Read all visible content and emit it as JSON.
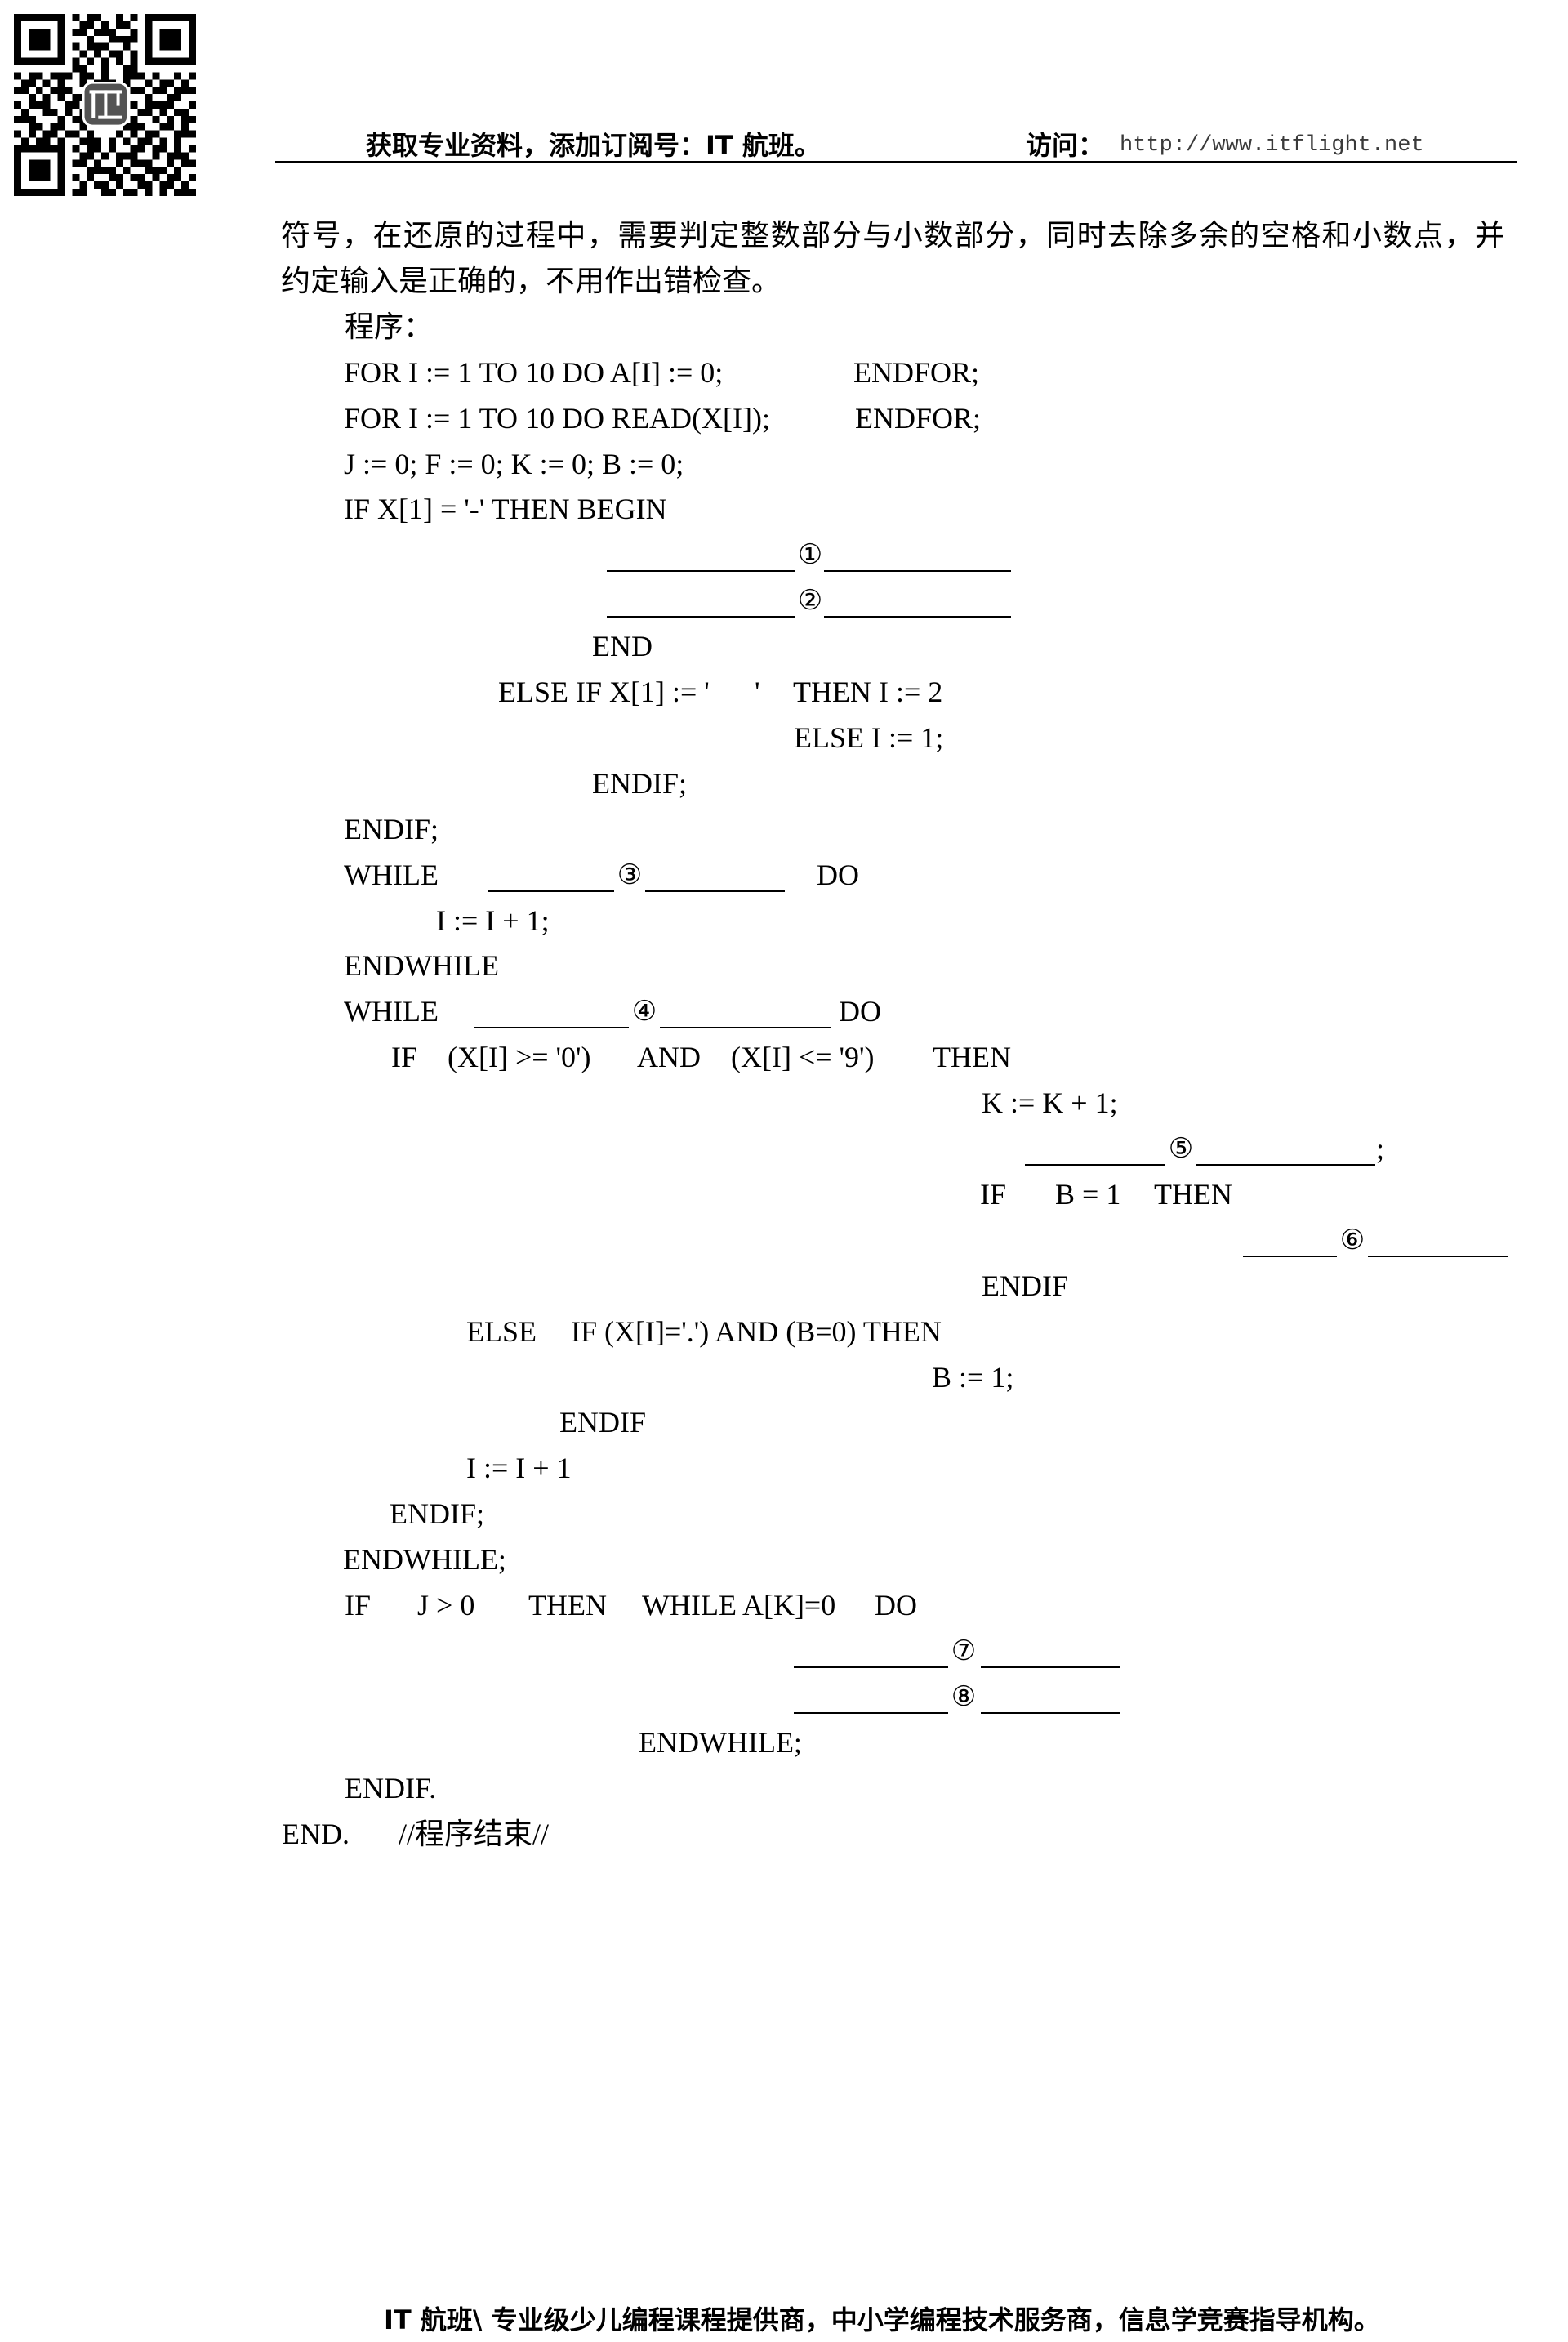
{
  "header": {
    "slogan": "获取专业资料，添加订阅号：IT 航班。",
    "visit_label": "访问：",
    "url": "http://www.itflight.net"
  },
  "intro": {
    "lines": [
      "符号，在还原的过程中，需要判定整数部分与小数部分，同时去除多余的空格和小数点，并",
      "约定输入是正确的，不用作出错检查。"
    ]
  },
  "program": {
    "label": "程序：",
    "lines": [
      [
        "FOR I := 1 TO 10 DO A[I] := 0;",
        "ENDFOR;"
      ],
      [
        "FOR I := 1 TO 10 DO READ(X[I]);",
        "ENDFOR;"
      ],
      [
        "J := 0; F := 0; K := 0; B := 0;"
      ],
      [
        "IF X[1] = '-' THEN BEGIN"
      ],
      [
        "①"
      ],
      [
        "②"
      ],
      [
        "END"
      ],
      [
        "ELSE IF X[1] := '",
        "'",
        "THEN I := 2"
      ],
      [
        "ELSE I := 1;"
      ],
      [
        "ENDIF;"
      ],
      [
        "ENDIF;"
      ],
      [
        "WHILE",
        "③",
        "DO"
      ],
      [
        "I := I + 1;"
      ],
      [
        "ENDWHILE"
      ],
      [
        "WHILE",
        "④",
        "DO"
      ],
      [
        "IF",
        "(X[I] >= '0')",
        "AND",
        "(X[I] <= '9')",
        "THEN"
      ],
      [
        "K := K + 1;"
      ],
      [
        "⑤",
        ";"
      ],
      [
        "IF",
        "B = 1",
        "THEN"
      ],
      [
        "⑥"
      ],
      [
        "ENDIF"
      ],
      [
        "ELSE",
        "IF (X[I]='.') AND (B=0) THEN"
      ],
      [
        "B := 1;"
      ],
      [
        "ENDIF"
      ],
      [
        "I := I + 1"
      ],
      [
        "ENDIF;"
      ],
      [
        "ENDWHILE;"
      ],
      [
        "IF",
        "J > 0",
        "THEN",
        "WHILE A[K]=0",
        "DO"
      ],
      [
        "⑦"
      ],
      [
        "⑧"
      ],
      [
        "ENDWHILE;"
      ],
      [
        "ENDIF."
      ],
      [
        "END.",
        "//程序结束//"
      ]
    ]
  },
  "footer": {
    "text": "IT 航班\\ 专业级少儿编程课程提供商，中小学编程技术服务商，信息学竞赛指导机构。"
  }
}
